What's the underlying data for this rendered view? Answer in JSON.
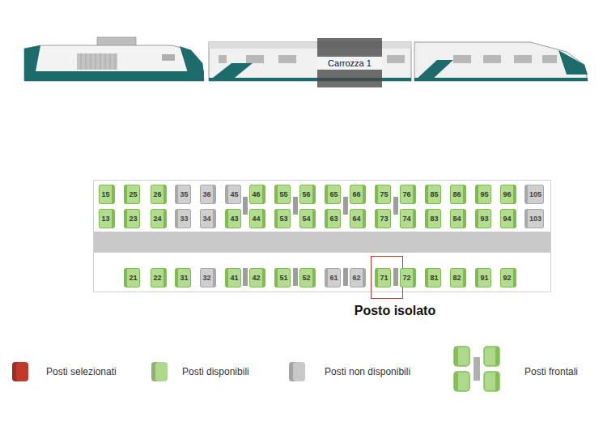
{
  "diagram": {
    "nodes": [
      {
        "text": [
          "Carrozza 1"
        ]
      },
      {
        "text": [
          "15"
        ]
      },
      {
        "text": [
          "25"
        ]
      },
      {
        "text": [
          "26"
        ]
      },
      {
        "text": [
          "35"
        ]
      },
      {
        "text": [
          "36"
        ]
      },
      {
        "text": [
          "45"
        ]
      },
      {
        "text": [
          "46"
        ]
      },
      {
        "text": [
          "55"
        ]
      },
      {
        "text": [
          "56"
        ]
      },
      {
        "text": [
          "65"
        ]
      },
      {
        "text": [
          "66"
        ]
      },
      {
        "text": [
          "75"
        ]
      },
      {
        "text": [
          "76"
        ]
      },
      {
        "text": [
          "85"
        ]
      },
      {
        "text": [
          "86"
        ]
      },
      {
        "text": [
          "95"
        ]
      },
      {
        "text": [
          "96"
        ]
      },
      {
        "text": [
          "105"
        ]
      },
      {
        "text": [
          "13"
        ]
      },
      {
        "text": [
          "23"
        ]
      },
      {
        "text": [
          "24"
        ]
      },
      {
        "text": [
          "33"
        ]
      },
      {
        "text": [
          "34"
        ]
      },
      {
        "text": [
          "43"
        ]
      },
      {
        "text": [
          "44"
        ]
      },
      {
        "text": [
          "53"
        ]
      },
      {
        "text": [
          "54"
        ]
      },
      {
        "text": [
          "63"
        ]
      },
      {
        "text": [
          "64"
        ]
      },
      {
        "text": [
          "73"
        ]
      },
      {
        "text": [
          "74"
        ]
      },
      {
        "text": [
          "83"
        ]
      },
      {
        "text": [
          "84"
        ]
      },
      {
        "text": [
          "93"
        ]
      },
      {
        "text": [
          "94"
        ]
      },
      {
        "text": [
          "103"
        ]
      },
      {
        "text": [
          "21"
        ]
      },
      {
        "text": [
          "22"
        ]
      },
      {
        "text": [
          "31"
        ]
      },
      {
        "text": [
          "32"
        ]
      },
      {
        "text": [
          "41"
        ]
      },
      {
        "text": [
          "42"
        ]
      },
      {
        "text": [
          "51"
        ]
      },
      {
        "text": [
          "52"
        ]
      },
      {
        "text": [
          "61"
        ]
      },
      {
        "text": [
          "62"
        ]
      },
      {
        "text": [
          "71"
        ]
      },
      {
        "text": [
          "72"
        ]
      },
      {
        "text": [
          "81"
        ]
      },
      {
        "text": [
          "82"
        ]
      },
      {
        "text": [
          "91"
        ]
      },
      {
        "text": [
          "92"
        ]
      }
    ],
    "labels": [
      "Posto isolato"
    ],
    "legend": [
      {
        "text": "Posti selezionati",
        "color": "#c0392b"
      },
      {
        "text": "Posti disponibili",
        "color": "#aed88a"
      },
      {
        "text": "Posti non disponibili",
        "color": "#c8c8c8"
      },
      {
        "text": "Posti frontali"
      }
    ]
  }
}
